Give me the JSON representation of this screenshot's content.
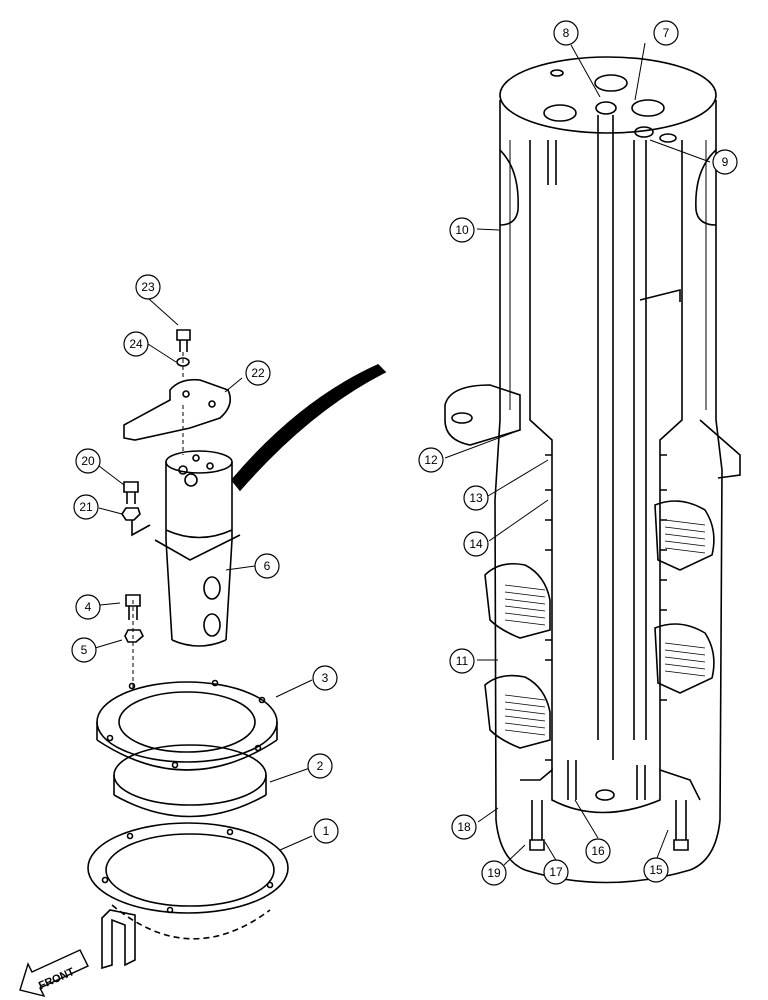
{
  "callouts": [
    {
      "id": "c1",
      "num": "1"
    },
    {
      "id": "c2",
      "num": "2"
    },
    {
      "id": "c3",
      "num": "3"
    },
    {
      "id": "c4",
      "num": "4"
    },
    {
      "id": "c5",
      "num": "5"
    },
    {
      "id": "c6",
      "num": "6"
    },
    {
      "id": "c7",
      "num": "7"
    },
    {
      "id": "c8",
      "num": "8"
    },
    {
      "id": "c9",
      "num": "9"
    },
    {
      "id": "c10",
      "num": "10"
    },
    {
      "id": "c11",
      "num": "11"
    },
    {
      "id": "c12",
      "num": "12"
    },
    {
      "id": "c13",
      "num": "13"
    },
    {
      "id": "c14",
      "num": "14"
    },
    {
      "id": "c15",
      "num": "15"
    },
    {
      "id": "c16",
      "num": "16"
    },
    {
      "id": "c17",
      "num": "17"
    },
    {
      "id": "c18",
      "num": "18"
    },
    {
      "id": "c19",
      "num": "19"
    },
    {
      "id": "c20",
      "num": "20"
    },
    {
      "id": "c21",
      "num": "21"
    },
    {
      "id": "c22",
      "num": "22"
    },
    {
      "id": "c23",
      "num": "23"
    },
    {
      "id": "c24",
      "num": "24"
    }
  ],
  "front_label": "FRONT",
  "colors": {
    "ink": "#000000",
    "paper": "#ffffff"
  }
}
